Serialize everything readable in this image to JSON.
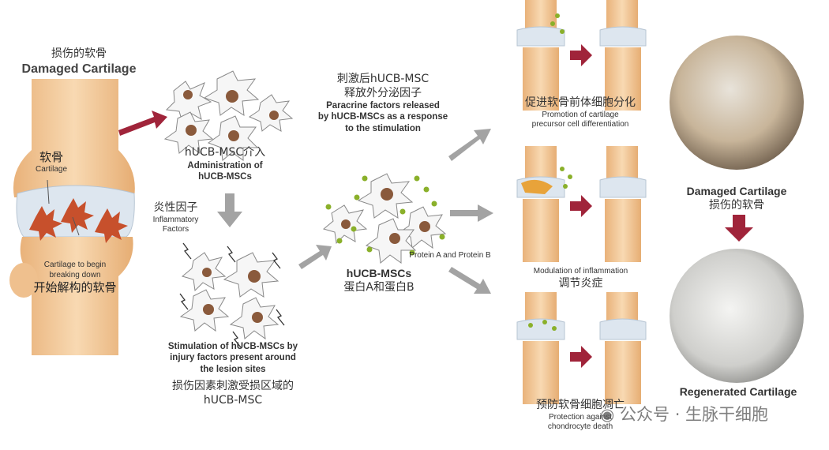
{
  "damaged_left": {
    "zh": "损伤的软骨",
    "en": "Damaged Cartilage"
  },
  "cartilage": {
    "zh": "软骨",
    "en": "Cartilage"
  },
  "breaking": {
    "en1": "Cartilage to begin",
    "en2": "breaking down",
    "zh": "开始解构的软骨"
  },
  "administration": {
    "zh": "hUCB-MSC介入",
    "en1": "Administration of",
    "en2": "hUCB-MSCs"
  },
  "inflammatory": {
    "zh": "炎性因子",
    "en1": "Inflammatory",
    "en2": "Factors"
  },
  "stimulation": {
    "en1": "Stimulation of hUCB-MSCs by",
    "en2": "injury factors present around",
    "en3": "the lesion sites",
    "zh1": "损伤因素刺激受损区域的",
    "zh2": "hUCB-MSC"
  },
  "paracrine": {
    "zh1": "刺激后hUCB-MSC",
    "zh2": "释放外分泌因子",
    "en1": "Paracrine factors released",
    "en2": "by hUCB-MSCs as a response",
    "en3": "to the stimulation"
  },
  "protein": {
    "en": "Protein A and Protein B"
  },
  "center": {
    "en": "hUCB-MSCs",
    "zh": "蛋白A和蛋白B"
  },
  "promotion": {
    "zh": "促进软骨前体细胞分化",
    "en1": "Promotion of cartilage",
    "en2": "precursor cell differentiation"
  },
  "modulation": {
    "en": "Modulation of inflammation",
    "zh": "调节炎症"
  },
  "protection": {
    "zh": "预防软骨细胞凋亡",
    "en1": "Protection against",
    "en2": "chondrocyte death"
  },
  "damaged_right": {
    "en": "Damaged Cartilage",
    "zh": "损伤的软骨"
  },
  "regenerated": {
    "en": "Regenerated Cartilage"
  },
  "watermark": {
    "text": "公众号 · 生脉干细胞"
  },
  "colors": {
    "arrow_red": "#a0243a",
    "arrow_gray": "#a3a3a3",
    "bone": "#f2c796",
    "cartilage": "#dfe7f0",
    "dot_green": "#8ab02a"
  }
}
